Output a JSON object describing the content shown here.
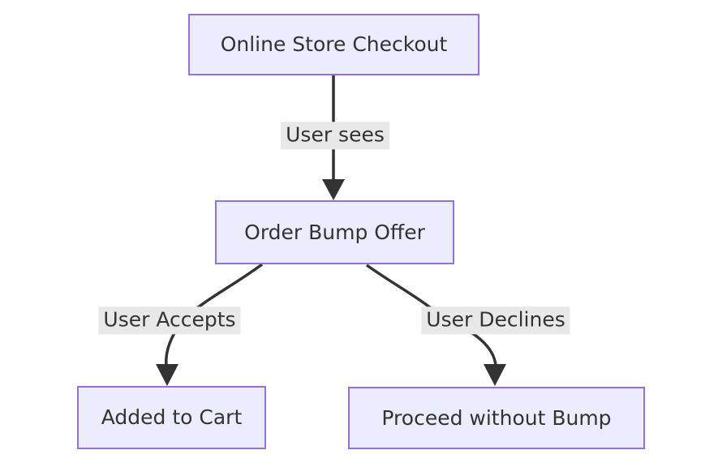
{
  "diagram": {
    "type": "flowchart",
    "direction": "top-down",
    "nodes": [
      {
        "id": "A",
        "label": "Online Store Checkout"
      },
      {
        "id": "B",
        "label": "Order Bump Offer"
      },
      {
        "id": "C",
        "label": "Added to Cart"
      },
      {
        "id": "D",
        "label": "Proceed without Bump"
      }
    ],
    "edges": [
      {
        "from": "A",
        "to": "B",
        "label": "User sees"
      },
      {
        "from": "B",
        "to": "C",
        "label": "User Accepts"
      },
      {
        "from": "B",
        "to": "D",
        "label": "User Declines"
      }
    ],
    "colors": {
      "background": "#ffffff",
      "node_fill": "#ECECFF",
      "node_border": "#9370DB",
      "edge_stroke": "#333333",
      "edge_label_bg": "#e8e8e8",
      "text": "#333333"
    }
  }
}
